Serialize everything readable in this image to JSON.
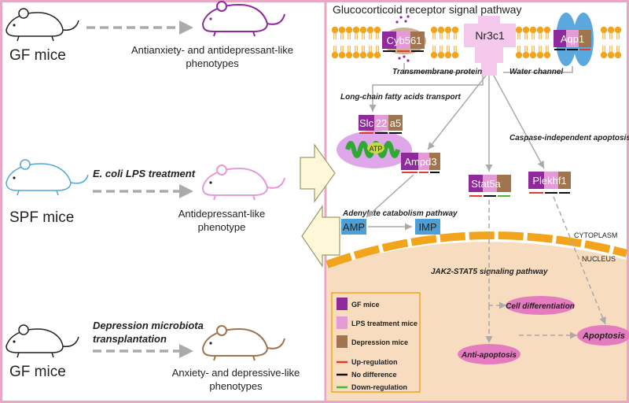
{
  "left": {
    "row1": {
      "mouse_label": "GF mice",
      "outcome_line1": "Antianxiety- and antidepressant-like",
      "outcome_line2": "phenotypes"
    },
    "row2": {
      "mouse_label": "SPF mice",
      "treatment": "E. coli LPS treatment",
      "outcome_line1": "Antidepressant-like",
      "outcome_line2": "phenotype"
    },
    "row3": {
      "mouse_label": "GF mice",
      "treatment_line1": "Depression microbiota",
      "treatment_line2": "transplantation",
      "outcome_line1": "Anxiety- and depressive-like",
      "outcome_line2": "phenotypes"
    }
  },
  "right": {
    "title": "Glucocorticoid receptor signal pathway",
    "genes": {
      "cyb561": "Cyb561",
      "nr3c1": "Nr3c1",
      "aqp1": "Aqp1",
      "slc_a": "Slc",
      "slc_b": "22",
      "slc_c": "a5",
      "atp": "ATP",
      "ampd3": "Ampd3",
      "stat5a": "Stat5a",
      "plekhf1": "Plekhf1",
      "amp": "AMP",
      "imp": "IMP"
    },
    "labels": {
      "transmembrane": "Transmembrane protein",
      "water_channel": "Water channel",
      "lcfa": "Long-chain fatty acids transport",
      "caspase": "Caspase-independent apoptosis",
      "adenylate": "Adenylate catabolism pathway",
      "cytoplasm": "CYTOPLASM",
      "nucleus": "NUCLEUS",
      "jak": "JAK2-STAT5 signaling pathway"
    },
    "outcomes": {
      "cell_diff": "Cell differentiation",
      "apoptosis": "Apoptosis",
      "anti_apoptosis": "Anti-apoptosis"
    }
  },
  "legend": {
    "gf": "GF mice",
    "lps": "LPS treatment mice",
    "dep": "Depression mice",
    "up": "Up-regulation",
    "nodiff": "No difference",
    "down": "Down-regulation"
  },
  "colors": {
    "gf_purple": "#8e2a9c",
    "lps_pink": "#e59ad8",
    "dep_brown": "#a0744e",
    "up_red": "#e23b2b",
    "nodiff_black": "#111111",
    "down_green": "#3cbf2f",
    "membrane_orange": "#f2a41c",
    "nucleus_bg": "#f7dcc0",
    "frame_pink": "#e9a7c6",
    "gray_arrow": "#aaaaaa",
    "amp_blue": "#4e9fd6"
  }
}
